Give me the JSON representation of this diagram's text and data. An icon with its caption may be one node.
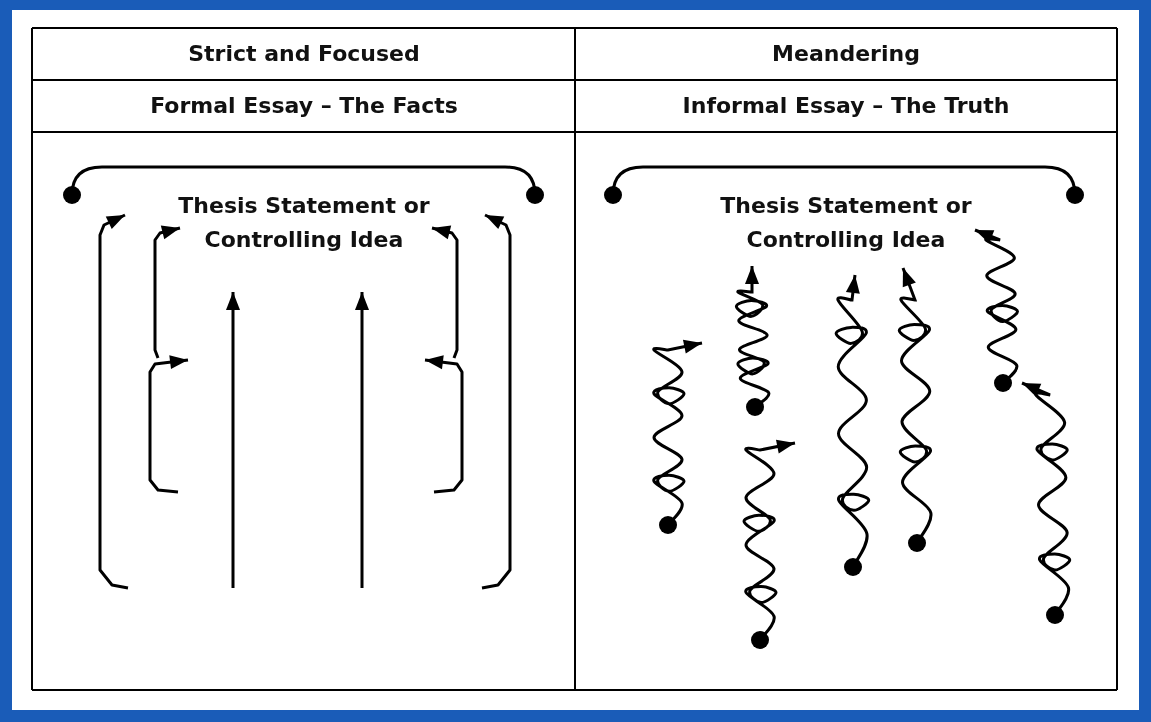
{
  "diagram": {
    "labels": [
      "Strict and Focused",
      "Meandering",
      "Formal Essay – The Facts",
      "Informal Essay – The Truth",
      "Thesis Statement or Controlling Idea",
      "Thesis Statement or Controlling Idea"
    ]
  }
}
